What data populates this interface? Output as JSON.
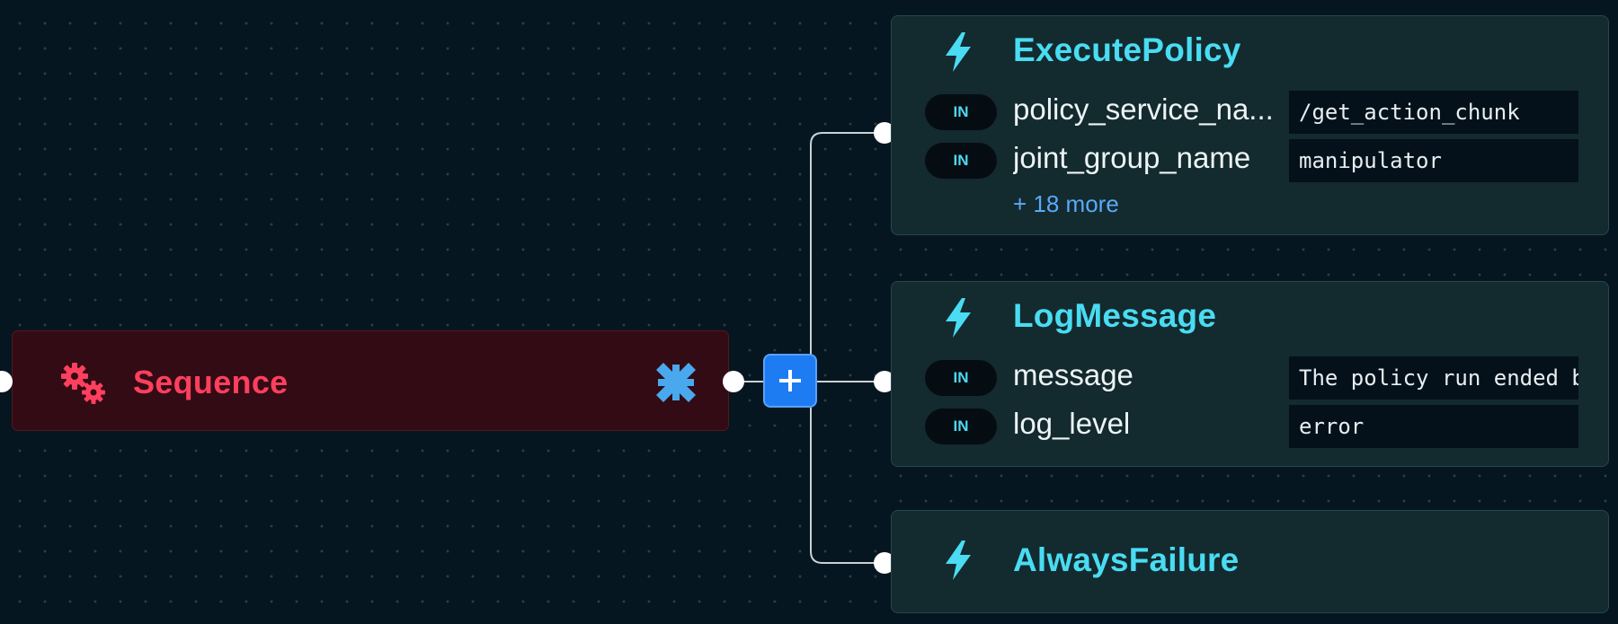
{
  "sequence_node": {
    "title": "Sequence",
    "icon": "gears-icon",
    "collapse_icon": "collapse-arrows-icon",
    "color": "#ff3f5e"
  },
  "add_child_button": {
    "label": "+"
  },
  "children": [
    {
      "title": "ExecutePolicy",
      "icon": "lightning-bolt-icon",
      "ports": [
        {
          "badge": "IN",
          "name": "policy_service_na...",
          "value": "/get_action_chunk"
        },
        {
          "badge": "IN",
          "name": "joint_group_name",
          "value": "manipulator"
        }
      ],
      "more_label": "+ 18 more"
    },
    {
      "title": "LogMessage",
      "icon": "lightning-bolt-icon",
      "ports": [
        {
          "badge": "IN",
          "name": "message",
          "value": "The policy run ended b"
        },
        {
          "badge": "IN",
          "name": "log_level",
          "value": "error"
        }
      ]
    },
    {
      "title": "AlwaysFailure",
      "icon": "lightning-bolt-icon",
      "ports": []
    }
  ],
  "colors": {
    "background": "#061620",
    "sequence_bg": "#330b14",
    "action_bg": "#132a2f",
    "action_title": "#49dcf2",
    "add_button": "#1e7cf2",
    "link": "#59aaf8"
  }
}
